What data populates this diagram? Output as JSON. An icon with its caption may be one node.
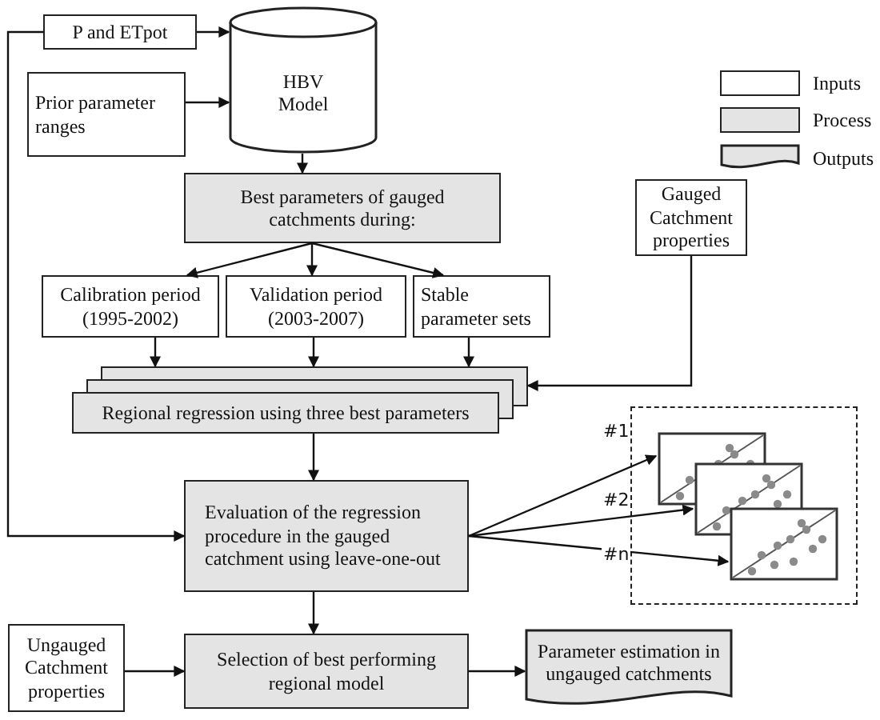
{
  "diagram": {
    "nodes": [
      {
        "text": [
          "P and ETpot"
        ]
      },
      {
        "text": [
          "HBV Model"
        ]
      },
      {
        "text": [
          "Prior parameter ranges"
        ]
      },
      {
        "text": [
          "Best parameters of gauged catchments during:"
        ]
      },
      {
        "text": [
          "Calibration period (1995-2002)"
        ]
      },
      {
        "text": [
          "Validation period (2003-2007)"
        ]
      },
      {
        "text": [
          "Stable parameter sets"
        ]
      },
      {
        "text": [
          "Gauged Catchment properties"
        ]
      },
      {
        "text": [
          "Regional regression using three best parameters"
        ]
      },
      {
        "text": [
          "Evaluation of the regression procedure in the gauged catchment using leave-one-out"
        ]
      },
      {
        "text": [],
        "shape": "box"
      },
      {
        "text": [],
        "shape": "picture",
        "in": 10
      },
      {
        "text": [],
        "shape": "picture",
        "in": 10
      },
      {
        "text": [],
        "shape": "picture",
        "in": 10
      },
      {
        "text": [
          "Ungauged Catchment properties"
        ]
      },
      {
        "text": [
          "Selection of best performing regional model"
        ]
      },
      {
        "text": [
          "Parameter estimation in ungauged catchments"
        ]
      }
    ],
    "edges": [
      {
        "from": 0,
        "to": 1,
        "arrow": "to"
      },
      {
        "from": 2,
        "to": 1,
        "arrow": "to"
      },
      {
        "from": 1,
        "to": 3,
        "arrow": "to"
      },
      {
        "from": 3,
        "to": 4,
        "arrow": "to"
      },
      {
        "from": 3,
        "to": 5,
        "arrow": "to"
      },
      {
        "from": 3,
        "to": 6,
        "arrow": "to"
      },
      {
        "from": 4,
        "to": 8,
        "arrow": "to"
      },
      {
        "from": 5,
        "to": 8,
        "arrow": "to"
      },
      {
        "from": 6,
        "to": 8,
        "arrow": "to"
      },
      {
        "from": 7,
        "to": 8,
        "arrow": "to"
      },
      {
        "from": 0,
        "to": 9,
        "arrow": "to"
      },
      {
        "from": 8,
        "to": 9,
        "arrow": "to"
      },
      {
        "from": 9,
        "to": 11,
        "label": "#1",
        "arrow": "to"
      },
      {
        "from": 9,
        "to": 12,
        "label": "#2",
        "arrow": "to"
      },
      {
        "from": 9,
        "to": 13,
        "label": "#n",
        "arrow": "to"
      },
      {
        "from": 9,
        "to": 15,
        "arrow": "to"
      },
      {
        "from": 14,
        "to": 15,
        "arrow": "to"
      },
      {
        "from": 15,
        "to": 16,
        "arrow": "to"
      }
    ],
    "legend": [
      {
        "text": "Inputs",
        "color": "#ffffff"
      },
      {
        "text": "Process",
        "color": "#e4e4e4"
      },
      {
        "text": "Outputs"
      }
    ]
  }
}
